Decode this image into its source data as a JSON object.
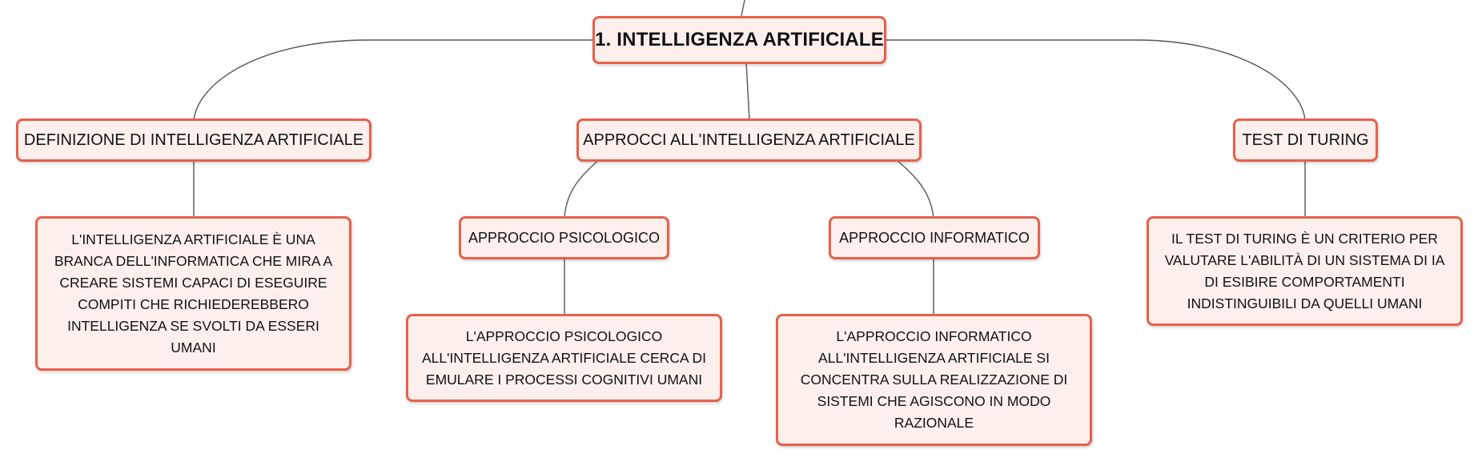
{
  "colors": {
    "node_border": "#e8604c",
    "node_fill": "#fdf0ec",
    "connector": "#555555"
  },
  "root": {
    "label": "1. INTELLIGENZA ARTIFICIALE"
  },
  "topics": {
    "definizione": {
      "label": "DEFINIZIONE DI INTELLIGENZA ARTIFICIALE",
      "description": "L'INTELLIGENZA ARTIFICIALE È UNA BRANCA DELL'INFORMATICA CHE MIRA A CREARE SISTEMI CAPACI DI ESEGUIRE COMPITI CHE RICHIEDEREBBERO INTELLIGENZA SE SVOLTI DA ESSERI UMANI"
    },
    "approcci": {
      "label": "APPROCCI ALL'INTELLIGENZA ARTIFICIALE",
      "psicologico": {
        "label": "APPROCCIO PSICOLOGICO",
        "description": "L'APPROCCIO PSICOLOGICO ALL'INTELLIGENZA ARTIFICIALE CERCA DI EMULARE I PROCESSI COGNITIVI UMANI"
      },
      "informatico": {
        "label": "APPROCCIO INFORMATICO",
        "description": "L'APPROCCIO INFORMATICO ALL'INTELLIGENZA ARTIFICIALE SI CONCENTRA SULLA REALIZZAZIONE DI SISTEMI CHE AGISCONO IN MODO RAZIONALE"
      }
    },
    "turing": {
      "label": "TEST DI TURING",
      "description": "IL TEST DI TURING È UN CRITERIO PER VALUTARE L'ABILITÀ DI UN SISTEMA DI IA DI ESIBIRE COMPORTAMENTI INDISTINGUIBILI DA QUELLI UMANI"
    }
  }
}
